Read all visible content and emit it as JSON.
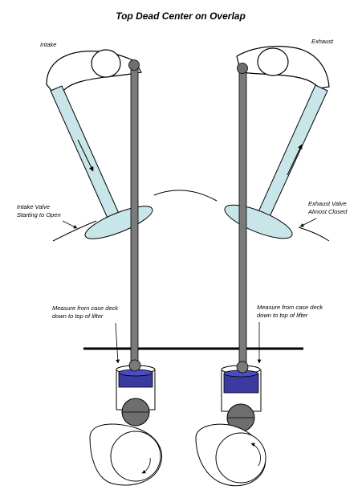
{
  "title": "Top Dead Center on Overlap",
  "labels": {
    "intake": "Intake",
    "exhaust": "Exhaust",
    "intake_valve_line1": "Intake Valve",
    "intake_valve_line2": "Starting to Open",
    "exhaust_valve_line1": "Exhaust Valve",
    "exhaust_valve_line2": "Almost Closed",
    "measure_left_line1": "Measure from case deck",
    "measure_left_line2": "down to top of lifter",
    "measure_right_line1": "Measure from case deck",
    "measure_right_line2": "down to top of lifter"
  },
  "colors": {
    "valve_fill": "#c8e6ea",
    "pushrod": "#7a7a7a",
    "lifter_top": "#3a3aa0",
    "ball": "#6e6e6e",
    "line": "#000000"
  }
}
